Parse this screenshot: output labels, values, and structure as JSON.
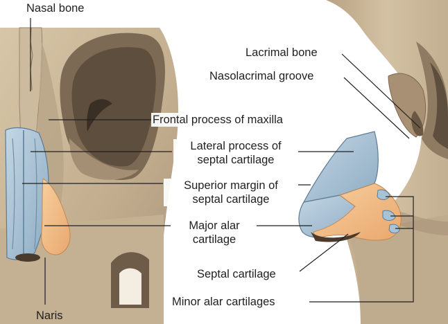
{
  "labels": {
    "nasal_bone": "Nasal bone",
    "lacrimal_bone": "Lacrimal bone",
    "nasolacrimal_groove": "Nasolacrimal groove",
    "frontal_process_of_maxilla": "Frontal process of maxilla",
    "lateral_process_of_septal_cartilage": [
      "Lateral process of",
      "septal cartilage"
    ],
    "superior_margin_of_septal_cartilage": [
      "Superior margin of",
      "septal cartilage"
    ],
    "major_alar_cartilage": [
      "Major alar",
      "cartilage"
    ],
    "septal_cartilage": "Septal cartilage",
    "minor_alar_cartilages": "Minor alar cartilages",
    "naris": "Naris"
  },
  "colors": {
    "bone": "#c7b497",
    "bone_shadow": "#8d7860",
    "cartilage_blue": "#a9c3d6",
    "cartilage_orange": "#f2bc88",
    "leader_line": "#1f1f1f"
  }
}
